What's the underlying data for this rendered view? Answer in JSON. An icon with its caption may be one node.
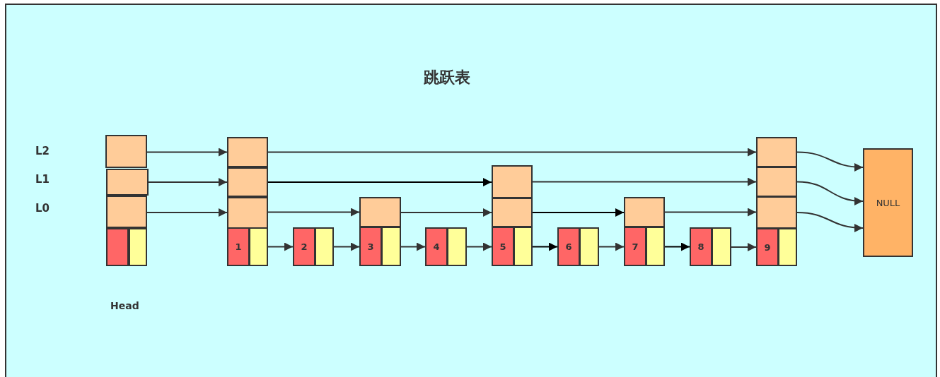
{
  "diagram": {
    "title": "跳跃表",
    "nodes": [
      {
        "text": [],
        "shape": "box"
      },
      {
        "text": [],
        "shape": "box"
      },
      {
        "text": [],
        "shape": "box"
      },
      {
        "text": [],
        "shape": "box"
      },
      {
        "text": [],
        "shape": "box"
      },
      {
        "text": [],
        "shape": "box"
      },
      {
        "text": [],
        "shape": "box"
      },
      {
        "text": [],
        "shape": "box"
      },
      {
        "text": [
          "1"
        ]
      },
      {
        "text": [],
        "shape": "box"
      },
      {
        "text": [
          "2"
        ]
      },
      {
        "text": [],
        "shape": "box"
      },
      {
        "text": [],
        "shape": "box"
      },
      {
        "text": [
          "3"
        ]
      },
      {
        "text": [],
        "shape": "box"
      },
      {
        "text": [
          "4"
        ]
      },
      {
        "text": [],
        "shape": "box"
      },
      {
        "text": [],
        "shape": "box"
      },
      {
        "text": [],
        "shape": "box"
      },
      {
        "text": [
          "5"
        ]
      },
      {
        "text": [],
        "shape": "box"
      },
      {
        "text": [
          "6"
        ]
      },
      {
        "text": [],
        "shape": "box"
      },
      {
        "text": [],
        "shape": "box"
      },
      {
        "text": [
          "7"
        ]
      },
      {
        "text": [],
        "shape": "box"
      },
      {
        "text": [
          "8"
        ]
      },
      {
        "text": [],
        "shape": "box"
      },
      {
        "text": [],
        "shape": "box"
      },
      {
        "text": [],
        "shape": "box"
      },
      {
        "text": [],
        "shape": "box"
      },
      {
        "text": [
          "9"
        ]
      },
      {
        "text": [],
        "shape": "box"
      },
      {
        "text": [
          "NULL"
        ]
      }
    ],
    "edges": [
      {
        "from": 0,
        "to": 5,
        "arrow": "to"
      },
      {
        "from": 5,
        "to": 28,
        "arrow": "to"
      },
      {
        "from": 28,
        "to": 33,
        "arrow": "to"
      },
      {
        "from": 1,
        "to": 6,
        "arrow": "to"
      },
      {
        "from": 6,
        "to": 17,
        "arrow": "to",
        "color": "#000000"
      },
      {
        "from": 17,
        "to": 29,
        "arrow": "to"
      },
      {
        "from": 29,
        "to": 33,
        "arrow": "to"
      },
      {
        "from": 2,
        "to": 7,
        "arrow": "to"
      },
      {
        "from": 7,
        "to": 12,
        "arrow": "to"
      },
      {
        "from": 12,
        "to": 18,
        "arrow": "to"
      },
      {
        "from": 18,
        "to": 23,
        "arrow": "to",
        "color": "#000000"
      },
      {
        "from": 23,
        "to": 30,
        "arrow": "to"
      },
      {
        "from": 30,
        "to": 33,
        "arrow": "to"
      },
      {
        "from": 9,
        "to": 10,
        "arrow": "to"
      },
      {
        "from": 11,
        "to": 13,
        "arrow": "to"
      },
      {
        "from": 14,
        "to": 15,
        "arrow": "to"
      },
      {
        "from": 16,
        "to": 19,
        "arrow": "to"
      },
      {
        "from": 20,
        "to": 21,
        "arrow": "to",
        "color": "#000000"
      },
      {
        "from": 22,
        "to": 24,
        "arrow": "to"
      },
      {
        "from": 25,
        "to": 26,
        "arrow": "to",
        "color": "#000000"
      },
      {
        "from": 27,
        "to": 31,
        "arrow": "to"
      }
    ],
    "labels": [
      "L2",
      "L1",
      "L0",
      "Head"
    ]
  }
}
